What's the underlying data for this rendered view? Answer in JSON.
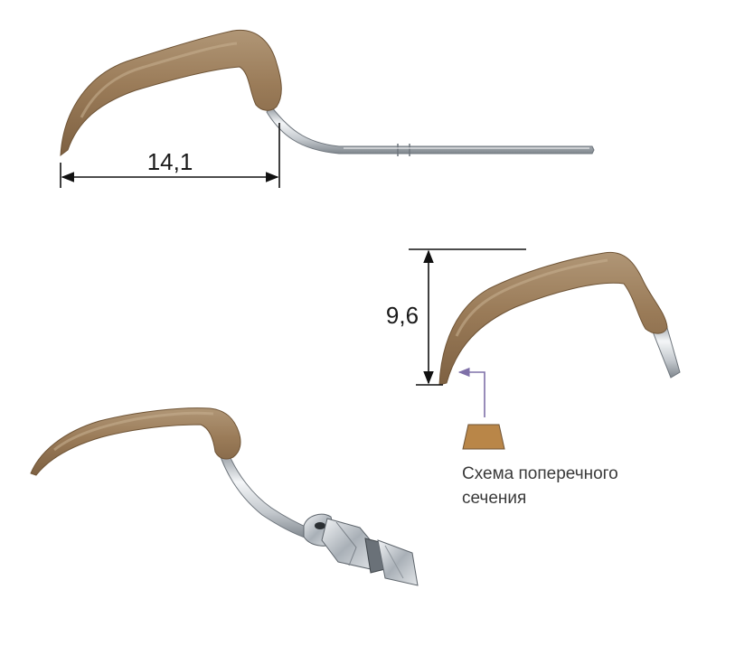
{
  "dimensions": {
    "length_label": "14,1",
    "height_label": "9,6"
  },
  "cross_section": {
    "caption_line1": "Схема поперечного",
    "caption_line2": "сечения",
    "fill_color": "#B98648",
    "pointer_color": "#7F70A8"
  },
  "colors": {
    "tip_coating": "#9A7B58",
    "metal": "#C8CCD0"
  }
}
